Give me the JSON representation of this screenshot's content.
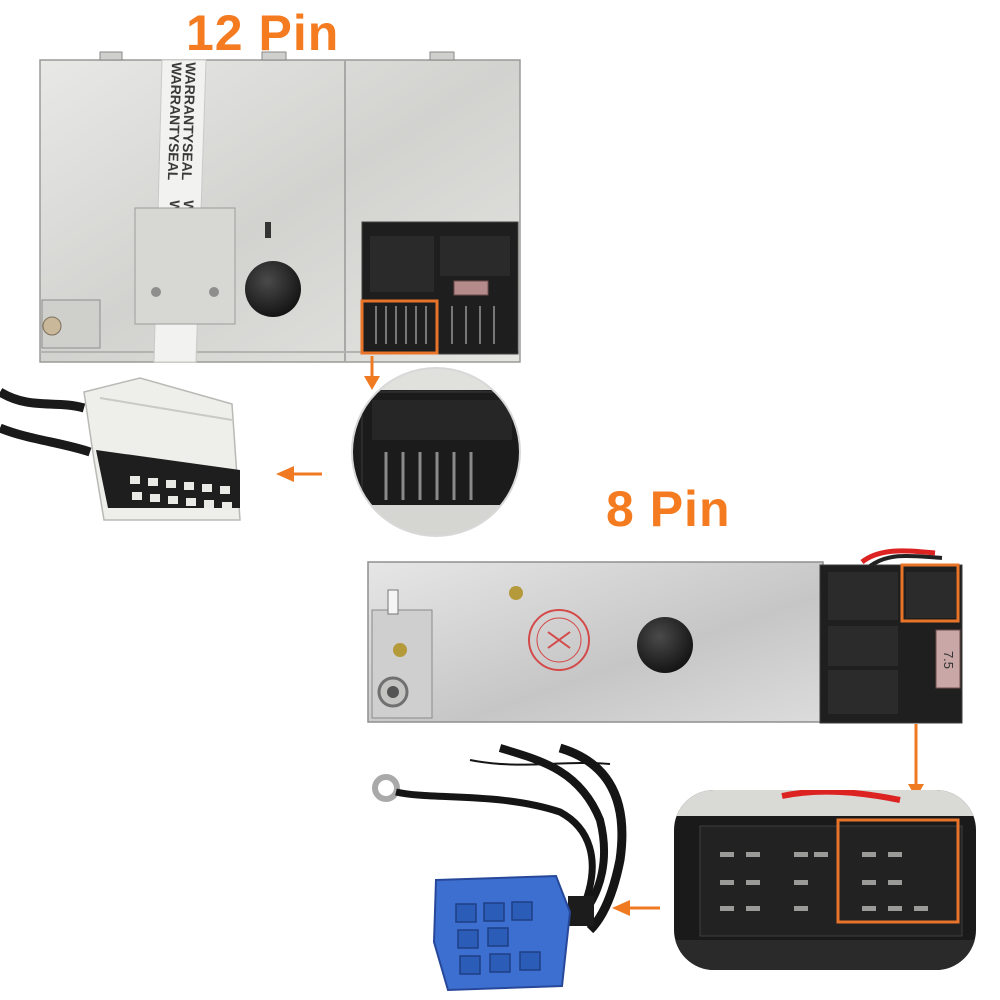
{
  "labels": {
    "top_connector": "12 Pin",
    "bottom_connector": "8 Pin"
  },
  "seal_text": "WARRANTYSEAL",
  "fuse_text": "7.5",
  "colors": {
    "label_orange": "#f47b20",
    "arrow_orange": "#f07a22",
    "highlight_box": "#e8742a",
    "chassis_metal": "#d9d9d6",
    "connector_black": "#1c1c1c",
    "plug_white": "#eeeeea",
    "plug_blue": "#3c6fcf"
  }
}
